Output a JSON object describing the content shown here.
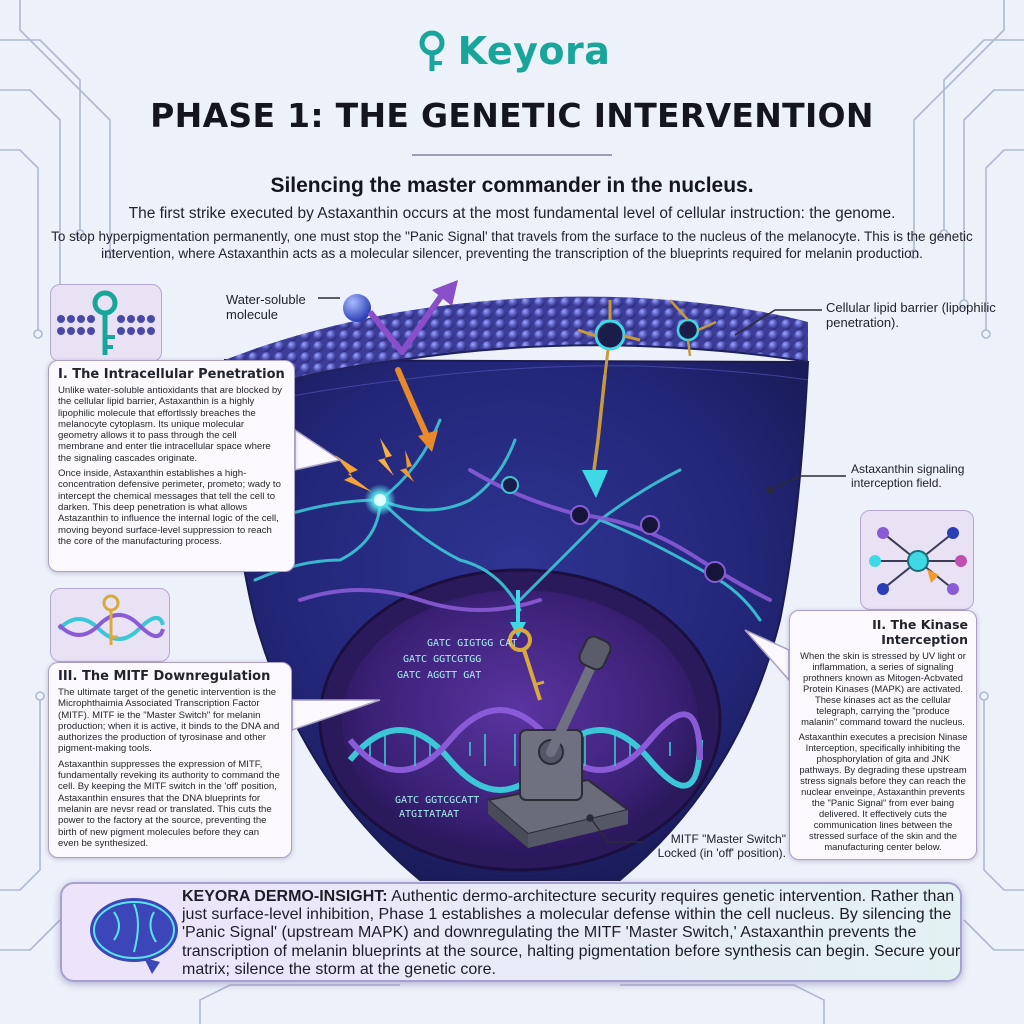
{
  "brand": {
    "name": "Keyora",
    "accent": "#1aa59a"
  },
  "header": {
    "title": "PHASE 1: THE GENETIC INTERVENTION",
    "subtitle": "Silencing the master commander in the nucleus.",
    "intro_line1": "The first strike executed by Astaxanthin occurs at the most fundamental level of cellular instruction: the genome.",
    "intro_line2": "To stop hyperpigmentation permanently, one must stop the \"Panic Signal' that travels from the surface to the nucleus of the melanocyte. This is the genetic intervention, where Astaxanthin acts as a molecular silencer, preventing the transcription of the blueprints required for melanin production."
  },
  "labels": {
    "water_soluble": "Water-soluble molecule",
    "lipid_barrier": "Cellular lipid barrier (lipophilic penetration).",
    "signaling_field": "Astaxanthin signaling interception field.",
    "master_switch": "MITF \"Master Switch\" Locked (in 'off' position)."
  },
  "dna_sequences": [
    "GATC GIGTGG CAT",
    "GATC GGTCGTGG",
    "GATC AGGTT GAT",
    "GATC GGTCGCATT",
    "ATGITATAAT"
  ],
  "panels": {
    "penetration": {
      "title": "I. The Intracellular Penetration",
      "p1": "Unlike water-soluble antioxidants that are blocked by the cellular lipid barrier, Astaxanthin is a highly lipophilic molecule that effortlssly breaches the melanocyte cytoplasm. Its unique molecular geometry allows it to pass through the cell membrane and enter tlie intracellular space where the signaling cascades originate.",
      "p2": "Once inside, Astaxanthin establishes a high-concentration defensive perimeter, prometo; wady to intercept the chemical messages that tell the cell to darken. This deep penetration is what allows Astazanthin to influence the internal logic of the cell, moving beyond surface-level suppression to reach the core of the manufacturing process."
    },
    "mitf": {
      "title": "III. The MITF Downregulation",
      "p1": "The ultimate target of the genetic intervention is the Microphthaimia Associated Transcription Factor (MITF). MITF ie the \"Master Switch\" for melanin production; when it is active, it binds to the DNA and authorizes the production of tyrosinase and other pigment-making tools.",
      "p2": "Astaxanthin suppresses the expression of MITF, fundamentally reveking its authority to command the cell. By keeping the MITF switch in the 'off' position, Astaxanthin ensures that the DNA blueprints for melanin are nevsr read or translated. This cuts the power to the factory at the source, preventing the birth of new pigment molecules before they can even be synthesized."
    },
    "kinase": {
      "title": "II. The Kinase Interception",
      "p1": "When the skin is stressed by UV light or inflammation, a series of signaling prothners known as Mitogen-Acbvated Protein Kinases (MAPK) are activated. These kinases act as the cellular telegraph, carrying the \"produce malanin\" command toward the nucleus.",
      "p2": "Astaxanthin executes a precision Ninase Interception, specifically inhibiting the phosphorylation of gita and JNK pathways. By degrading these upstream stress signals before they can reach the nuclear enveinpe, Astaxanthin prevents the \"Panic Signal\" from ever baing delivered. It effectively cuts the communication lines between the stressed surface of the skin and the manufacturing center below."
    }
  },
  "insight": {
    "label": "KEYORA DERMO-INSIGHT:",
    "text": "Authentic dermo-architecture security requires genetic intervention. Rather than just surface-level inhibition, Phase 1 establishes a molecular defense within the cell nucleus. By silencing the 'Panic Signal' (upstream MAPK) and downregulating the MITF 'Master Switch,' Astaxanthin prevents the transcription of melanin blueprints at the source, halting pigmentation before synthesis can begin. Secure your matrix; silence the storm at the genetic core."
  },
  "colors": {
    "membrane": "#4a4aa6",
    "cytoplasm": "#25287a",
    "nucleus": "#3a1f6e",
    "signal_cyan": "#3fd9e6",
    "signal_orange": "#f09a30",
    "signal_purple": "#8a4fc8"
  }
}
